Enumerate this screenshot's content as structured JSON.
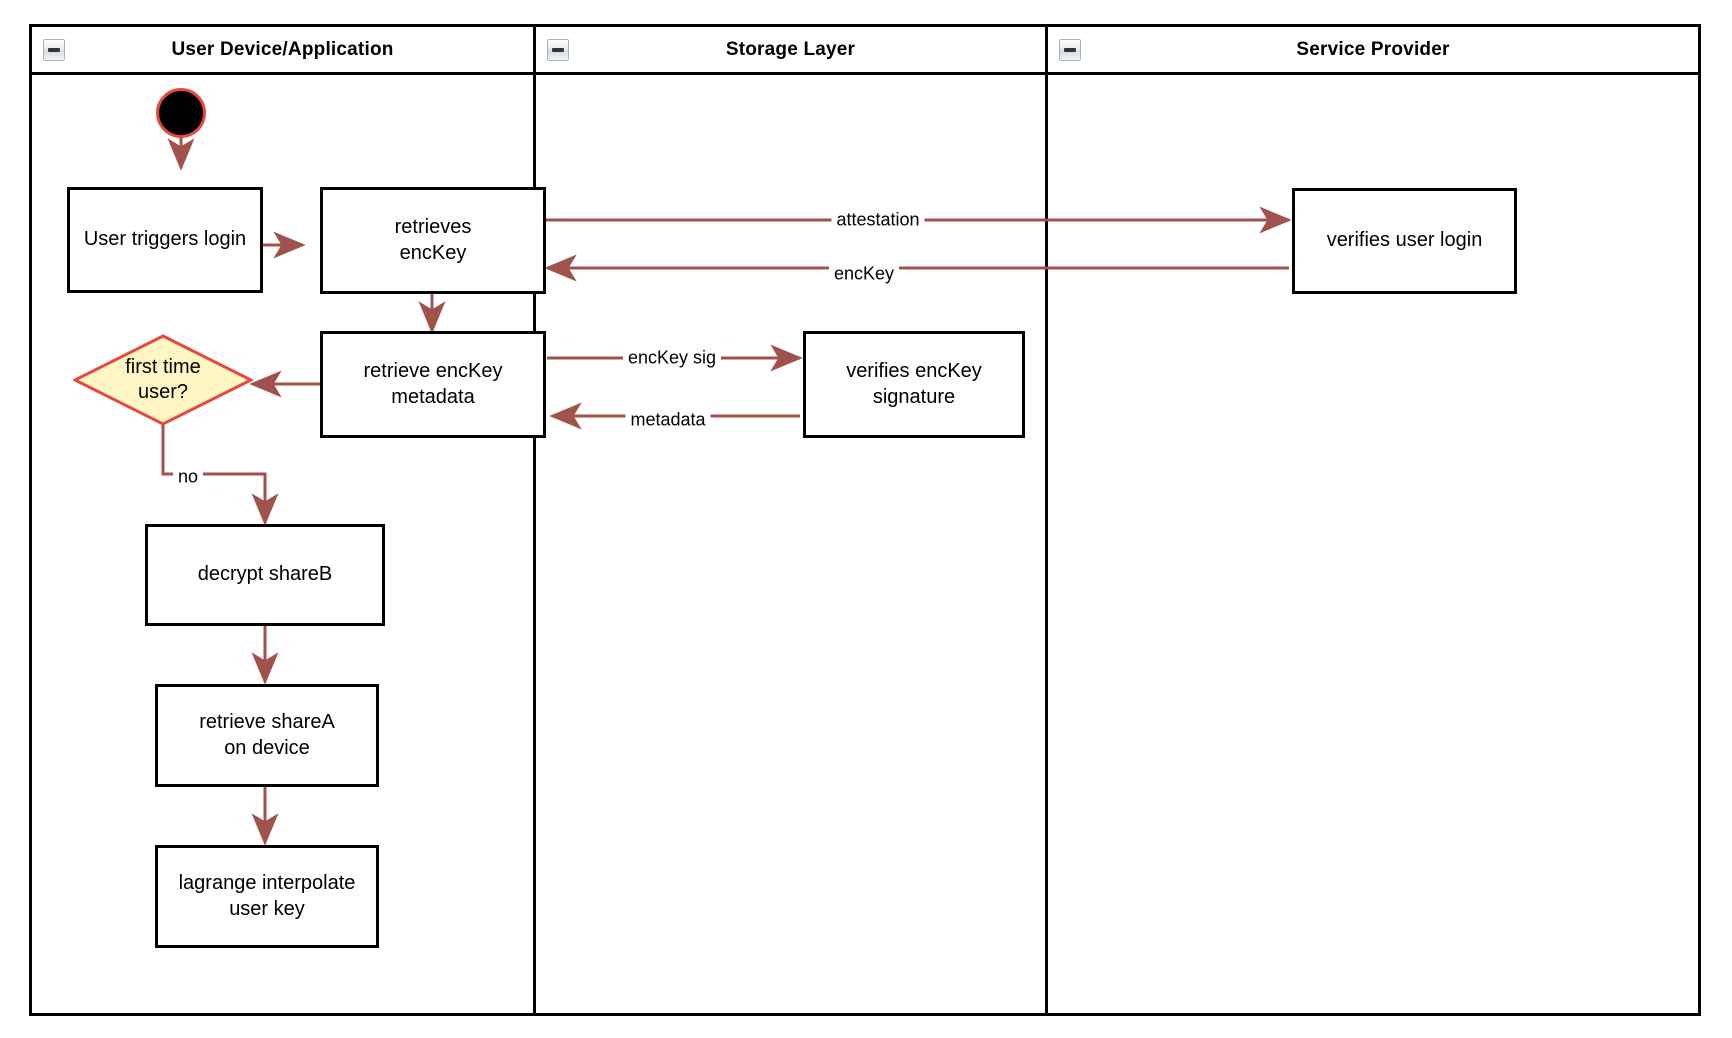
{
  "diagram": {
    "type": "swimlane-activity-diagram",
    "lanes": [
      {
        "id": "user-device",
        "title": "User Device/Application",
        "collapse_icon": "minus-box-icon"
      },
      {
        "id": "storage-layer",
        "title": "Storage Layer",
        "collapse_icon": "minus-box-icon"
      },
      {
        "id": "service-provider",
        "title": "Service Provider",
        "collapse_icon": "minus-box-icon"
      }
    ],
    "nodes": [
      {
        "id": "start",
        "lane": "user-device",
        "shape": "start-circle",
        "label": ""
      },
      {
        "id": "user-triggers-login",
        "lane": "user-device",
        "shape": "process",
        "label": "User triggers login"
      },
      {
        "id": "retrieves-enckey",
        "lane": "user-device",
        "shape": "process",
        "label": "retrieves\nencKey"
      },
      {
        "id": "retrieve-enckey-metadata",
        "lane": "user-device",
        "shape": "process",
        "label": "retrieve encKey\nmetadata"
      },
      {
        "id": "first-time-user",
        "lane": "user-device",
        "shape": "decision",
        "label": "first time\nuser?"
      },
      {
        "id": "decrypt-shareb",
        "lane": "user-device",
        "shape": "process",
        "label": "decrypt shareB"
      },
      {
        "id": "retrieve-sharea-on-device",
        "lane": "user-device",
        "shape": "process",
        "label": "retrieve shareA\non device"
      },
      {
        "id": "lagrange-interpolate-user-key",
        "lane": "user-device",
        "shape": "process",
        "label": "lagrange interpolate\nuser key"
      },
      {
        "id": "verifies-enckey-signature",
        "lane": "storage-layer",
        "shape": "process",
        "label": "verifies encKey\nsignature"
      },
      {
        "id": "verifies-user-login",
        "lane": "service-provider",
        "shape": "process",
        "label": "verifies user login"
      }
    ],
    "edges": [
      {
        "id": "e-start-login",
        "from": "start",
        "to": "user-triggers-login",
        "label": ""
      },
      {
        "id": "e-login-retrieves",
        "from": "user-triggers-login",
        "to": "retrieves-enckey",
        "label": ""
      },
      {
        "id": "e-attestation",
        "from": "retrieves-enckey",
        "to": "verifies-user-login",
        "label": "attestation"
      },
      {
        "id": "e-enckey",
        "from": "verifies-user-login",
        "to": "retrieves-enckey",
        "label": "encKey"
      },
      {
        "id": "e-retrieves-metadata",
        "from": "retrieves-enckey",
        "to": "retrieve-enckey-metadata",
        "label": ""
      },
      {
        "id": "e-enckey-sig",
        "from": "retrieve-enckey-metadata",
        "to": "verifies-enckey-signature",
        "label": "encKey sig"
      },
      {
        "id": "e-metadata",
        "from": "verifies-enckey-signature",
        "to": "retrieve-enckey-metadata",
        "label": "metadata"
      },
      {
        "id": "e-metadata-decision",
        "from": "retrieve-enckey-metadata",
        "to": "first-time-user",
        "label": ""
      },
      {
        "id": "e-no",
        "from": "first-time-user",
        "to": "decrypt-shareb",
        "label": "no"
      },
      {
        "id": "e-decrypt-sharea",
        "from": "decrypt-shareb",
        "to": "retrieve-sharea-on-device",
        "label": ""
      },
      {
        "id": "e-sharea-lagrange",
        "from": "retrieve-sharea-on-device",
        "to": "lagrange-interpolate-user-key",
        "label": ""
      }
    ],
    "labels": {
      "attestation": "attestation",
      "enckey": "encKey",
      "enckey_sig": "encKey sig",
      "metadata": "metadata",
      "no": "no"
    },
    "colors": {
      "edge": "#A0524D",
      "node_border": "#000000",
      "node_fill": "#FFFFFF",
      "decision_fill": "#FFF6C4",
      "decision_border": "#E8473F",
      "start_fill": "#000000",
      "start_ring": "#E8473F",
      "background": "#FFFFFF"
    }
  }
}
